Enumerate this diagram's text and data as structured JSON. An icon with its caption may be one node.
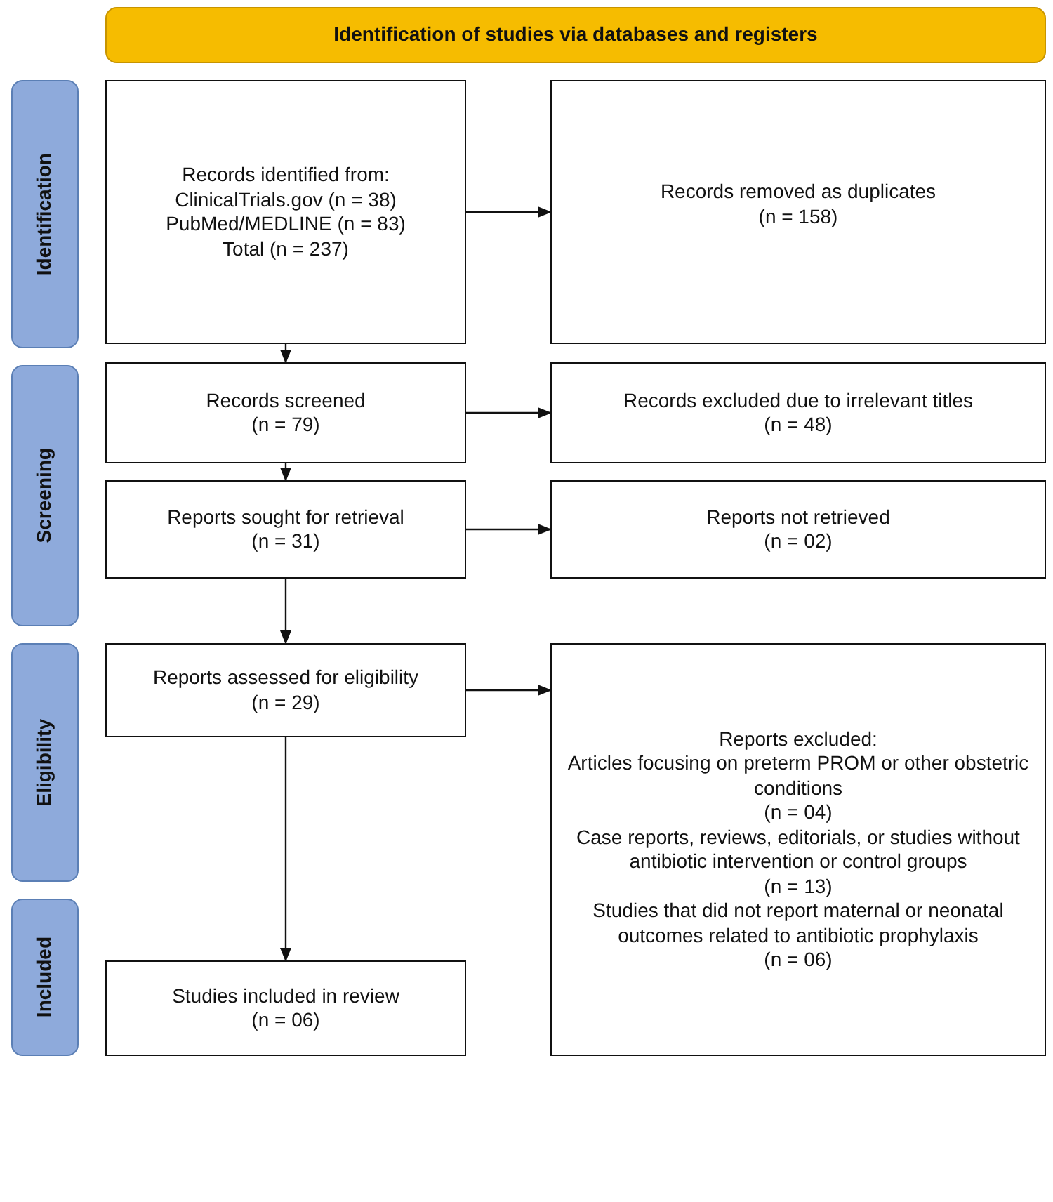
{
  "diagram": {
    "nodes": [
      {
        "text": [
          "Identification of studies via databases and registers"
        ]
      },
      {
        "text": [
          "Identification"
        ]
      },
      {
        "text": [
          "Screening"
        ]
      },
      {
        "text": [
          "Eligibility"
        ]
      },
      {
        "text": [
          "Included"
        ]
      },
      {
        "text": [
          "Records identified from:",
          "ClinicalTrials.gov (n = 38)",
          "PubMed/MEDLINE (n = 83)",
          "Total (n = 237)"
        ]
      },
      {
        "text": [
          "Records removed as duplicates",
          "(n = 158)"
        ]
      },
      {
        "text": [
          "Records screened",
          "(n = 79)"
        ]
      },
      {
        "text": [
          "Records excluded due to irrelevant titles",
          "(n = 48)"
        ]
      },
      {
        "text": [
          "Reports sought for retrieval",
          "(n = 31)"
        ]
      },
      {
        "text": [
          "Reports not retrieved",
          "(n = 02)"
        ]
      },
      {
        "text": [
          "Reports assessed for eligibility",
          "(n = 29)"
        ]
      },
      {
        "text": [
          "Reports excluded:",
          "Articles focusing on preterm PROM or other obstetric conditions",
          "(n = 04)",
          "Case reports, reviews, editorials, or studies without antibiotic intervention or control groups",
          "(n = 13)",
          "Studies that did not report maternal or neonatal outcomes related to antibiotic prophylaxis",
          "(n = 06)"
        ]
      },
      {
        "text": [
          "Studies included in review",
          "(n = 06)"
        ]
      }
    ],
    "edges": [
      {
        "from": 5,
        "to": 6,
        "arrow": "to"
      },
      {
        "from": 5,
        "to": 7,
        "arrow": "to"
      },
      {
        "from": 7,
        "to": 8,
        "arrow": "to"
      },
      {
        "from": 7,
        "to": 9,
        "arrow": "to"
      },
      {
        "from": 9,
        "to": 10,
        "arrow": "to"
      },
      {
        "from": 9,
        "to": 11,
        "arrow": "to"
      },
      {
        "from": 11,
        "to": 12,
        "arrow": "to"
      },
      {
        "from": 11,
        "to": 13,
        "arrow": "to"
      }
    ]
  }
}
